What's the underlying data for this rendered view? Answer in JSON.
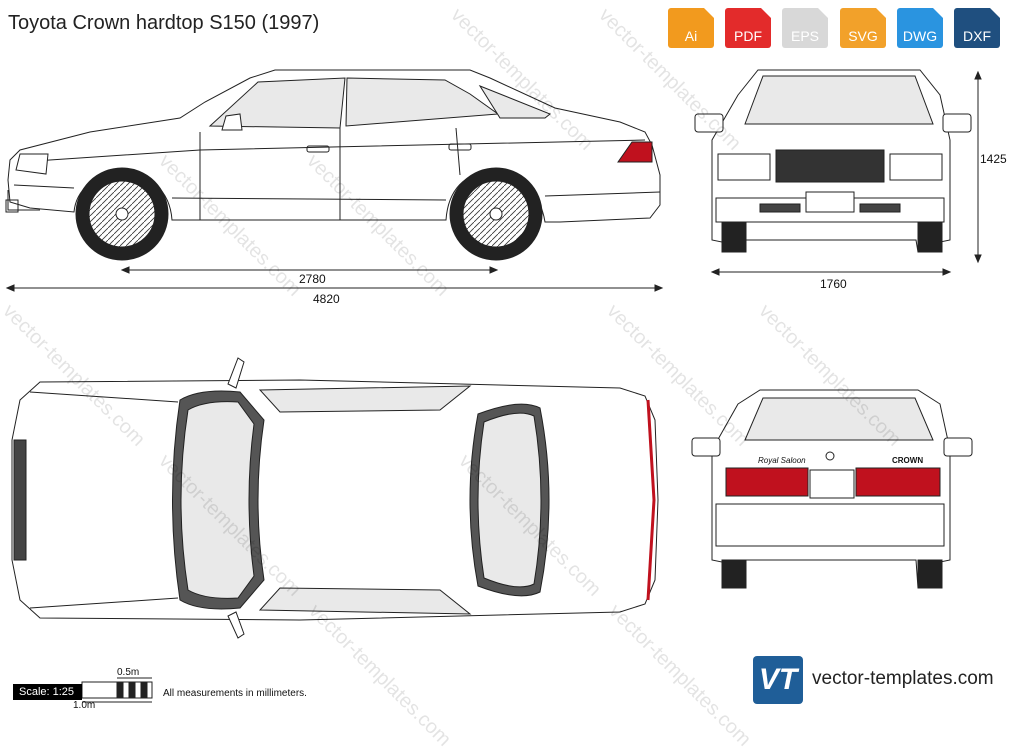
{
  "title": "Toyota Crown hardtop S150 (1997)",
  "formats": [
    {
      "label": "Ai",
      "color": "#f29a1e"
    },
    {
      "label": "PDF",
      "color": "#e32b2b"
    },
    {
      "label": "EPS",
      "color": "#d8d8d8"
    },
    {
      "label": "SVG",
      "color": "#f2a12a"
    },
    {
      "label": "DWG",
      "color": "#2a94e0"
    },
    {
      "label": "DXF",
      "color": "#1f4f7f"
    }
  ],
  "dimensions": {
    "wheelbase": "2780",
    "length": "4820",
    "height": "1425",
    "width": "1760"
  },
  "scale": {
    "label": "Scale: 1:25",
    "half_meter": "0.5m",
    "one_meter": "1.0m"
  },
  "note": "All measurements in millimeters.",
  "brand": {
    "logo": "VT",
    "name": "vector-templates.com"
  },
  "watermark": "vector-templates.com",
  "rear_badges": {
    "left": "Royal Saloon",
    "right": "CROWN"
  }
}
